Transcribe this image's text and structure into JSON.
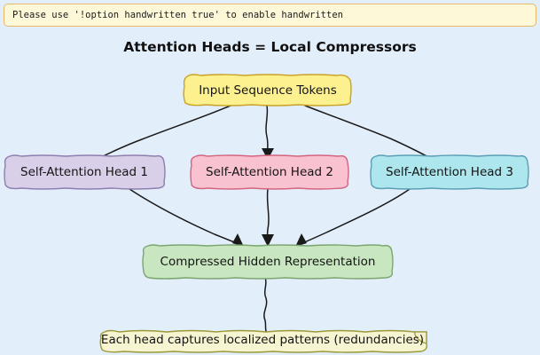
{
  "banner": {
    "message": "Please use '!option handwritten true' to enable handwritten",
    "background": "#fdf8d8",
    "border_color": "#e8b96a"
  },
  "page": {
    "background": "#e3eefb",
    "title": "Attention Heads = Local Compressors"
  },
  "diagram": {
    "type": "flowchart",
    "style": "hand-drawn-sketch",
    "nodes": [
      {
        "id": "input",
        "label": "Input Sequence Tokens",
        "fill": "#fdf08f",
        "stroke": "#c9a227"
      },
      {
        "id": "head1",
        "label": "Self-Attention Head 1",
        "fill": "#d9cfe8",
        "stroke": "#8e7fae"
      },
      {
        "id": "head2",
        "label": "Self-Attention Head 2",
        "fill": "#f9c2d0",
        "stroke": "#d4647f"
      },
      {
        "id": "head3",
        "label": "Self-Attention Head 3",
        "fill": "#aee6ee",
        "stroke": "#5b9fb5"
      },
      {
        "id": "compressed",
        "label": "Compressed Hidden Representation",
        "fill": "#c8e6c0",
        "stroke": "#7ba56f"
      }
    ],
    "note": {
      "id": "note",
      "label": "Each head captures localized patterns (redundancies)",
      "fill": "#f7f4d2",
      "stroke": "#9a9a38"
    },
    "edges": [
      {
        "from": "input",
        "to": "head1",
        "arrow": true
      },
      {
        "from": "input",
        "to": "head2",
        "arrow": true
      },
      {
        "from": "input",
        "to": "head3",
        "arrow": true
      },
      {
        "from": "head1",
        "to": "compressed",
        "arrow": true
      },
      {
        "from": "head2",
        "to": "compressed",
        "arrow": true
      },
      {
        "from": "head3",
        "to": "compressed",
        "arrow": true
      },
      {
        "from": "compressed",
        "to": "note",
        "arrow": false
      }
    ]
  }
}
